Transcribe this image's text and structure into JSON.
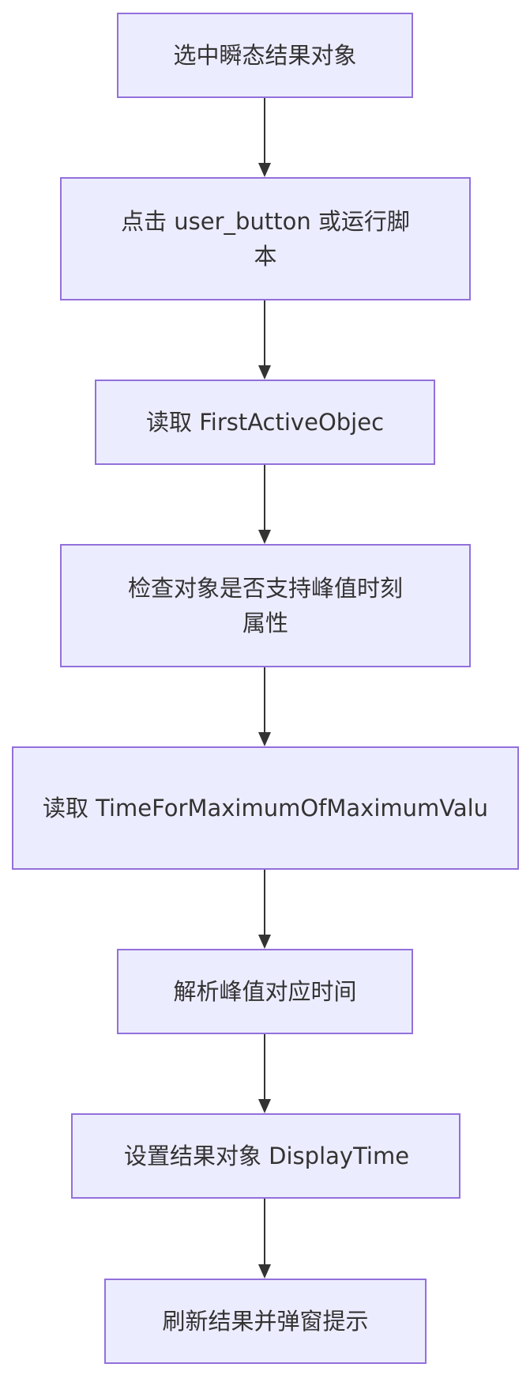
{
  "diagram": {
    "type": "flowchart",
    "direction": "top-to-bottom",
    "colors": {
      "node_fill": "#ECECFF",
      "node_border": "#9370DB",
      "text": "#333333",
      "edge": "#333333"
    },
    "nodes": [
      {
        "id": "n1",
        "label": "选中瞬态结果对象"
      },
      {
        "id": "n2",
        "label": "点击 user_button 或运行脚\n本"
      },
      {
        "id": "n3",
        "label": "读取 FirstActiveObjec"
      },
      {
        "id": "n4",
        "label": "检查对象是否支持峰值时刻\n属性"
      },
      {
        "id": "n5",
        "label": "读取\nTimeForMaximumOfMaximumValu"
      },
      {
        "id": "n6",
        "label": "解析峰值对应时间"
      },
      {
        "id": "n7",
        "label": "设置结果对象 DisplayTime"
      },
      {
        "id": "n8",
        "label": "刷新结果并弹窗提示"
      }
    ],
    "edges": [
      {
        "from": "n1",
        "to": "n2"
      },
      {
        "from": "n2",
        "to": "n3"
      },
      {
        "from": "n3",
        "to": "n4"
      },
      {
        "from": "n4",
        "to": "n5"
      },
      {
        "from": "n5",
        "to": "n6"
      },
      {
        "from": "n6",
        "to": "n7"
      },
      {
        "from": "n7",
        "to": "n8"
      }
    ]
  }
}
